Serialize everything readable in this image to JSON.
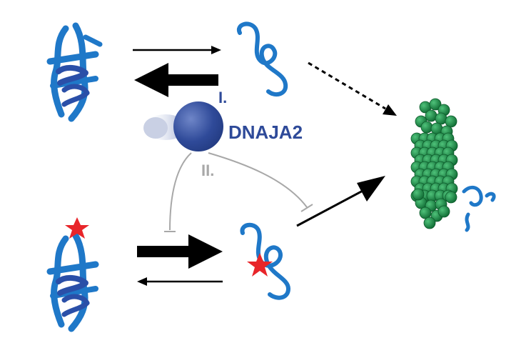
{
  "labels": {
    "pathway_one": "I.",
    "chaperone": "DNAJA2",
    "pathway_two": "II."
  },
  "colors": {
    "protein": "#1f78c8",
    "protein_dark": "#2a4fa8",
    "chaperone": "#2e4a99",
    "inhibition": "#a8a8a8",
    "arrow": "#000000",
    "mutation_star": "#e8252a",
    "fibril": "#1a8a45"
  },
  "icons": {
    "native_fold": "beta-sheet-protein-icon",
    "unfolded": "random-coil-protein-icon",
    "chaperone": "chaperone-sphere-icon",
    "mutation": "red-star-icon",
    "aggregate": "amyloid-fibril-icon"
  }
}
